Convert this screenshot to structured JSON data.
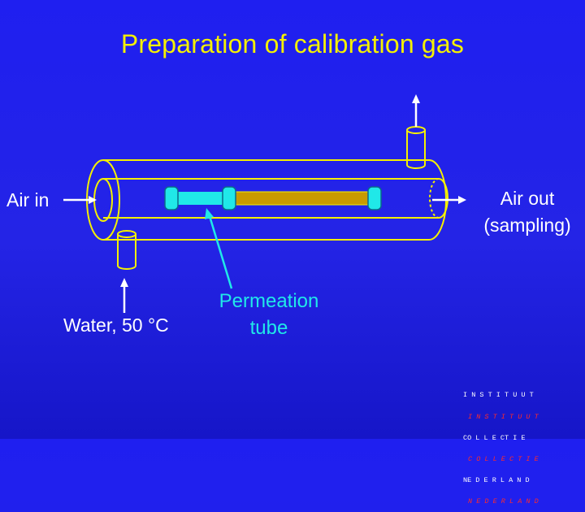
{
  "title": "Preparation of calibration gas",
  "labels": {
    "air_in": "Air in",
    "air_out_line1": "Air out",
    "air_out_line2": "(sampling)",
    "water": "Water, 50 °C",
    "permeation_line1": "Permeation",
    "permeation_line2": "tube"
  },
  "logo": {
    "lines": [
      "I N S T I T U U T",
      "I N S T I T U U T",
      "CO L L E CT I E",
      "C O L L E C T I E",
      "NE D E R L A N D",
      "N E D E R L A N D"
    ]
  },
  "colors": {
    "background": "#2020e8",
    "title": "#f4f000",
    "outline": "#f4f000",
    "permeation": "#20e8e8",
    "tube_body": "#c89a00",
    "logo_white": "#ffffff",
    "logo_red": "#ff2a2a"
  }
}
